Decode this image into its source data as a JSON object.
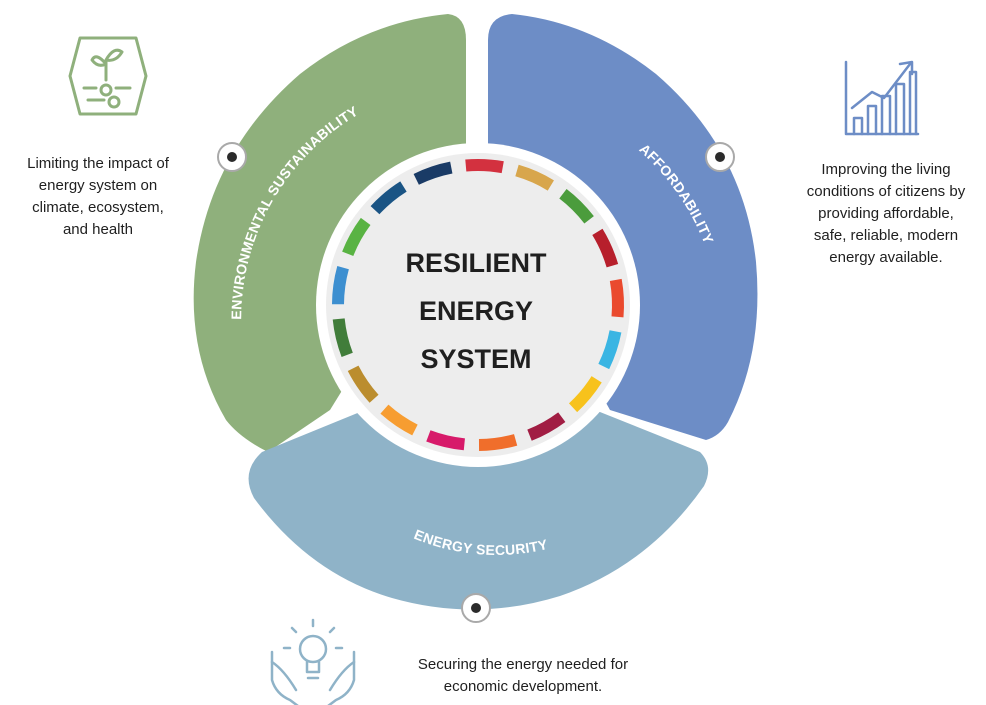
{
  "center": {
    "line1": "RESILIENT",
    "line2": "ENERGY",
    "line3": "SYSTEM"
  },
  "segments": {
    "environmental": {
      "label": "ENVIRONMENTAL SUSTAINABILITY",
      "color": "#8fb07c",
      "icon": "plant-sprout-icon",
      "description": [
        "Limiting the impact of",
        "energy system on",
        "climate, ecosystem,",
        "and health"
      ]
    },
    "affordability": {
      "label": "AFFORDABILITY",
      "color": "#6d8dc6",
      "icon": "growth-bar-chart-icon",
      "description": [
        "Improving the living",
        "conditions of citizens by",
        "providing affordable,",
        "safe, reliable, modern",
        "energy available."
      ]
    },
    "security": {
      "label": "ENERGY SECURITY",
      "color": "#8fb3c8",
      "icon": "lightbulb-hands-icon",
      "description": [
        "Securing the energy needed for",
        "economic development."
      ]
    }
  },
  "sdg_ring_colors": [
    "#d3313f",
    "#d8a64c",
    "#4b9c3c",
    "#b71f2c",
    "#ea4a2e",
    "#3ab5e3",
    "#f7c21c",
    "#a11d43",
    "#f06e2b",
    "#d71a6a",
    "#f79d31",
    "#bb8d2e",
    "#417d3a",
    "#3d8fd0",
    "#59b343",
    "#1a5484",
    "#1a3b66"
  ]
}
